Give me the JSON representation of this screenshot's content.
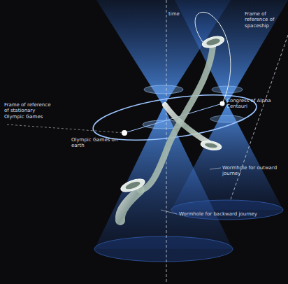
{
  "diagram": {
    "labels": [
      "time",
      "Frame of reference of spaceship",
      "Frame of reference of stationary Olympic Games",
      "Olympic Games on earth",
      "Congress of Alpha Centauri",
      "Wormhole for outward journey",
      "Wormhole for backward journey"
    ]
  }
}
